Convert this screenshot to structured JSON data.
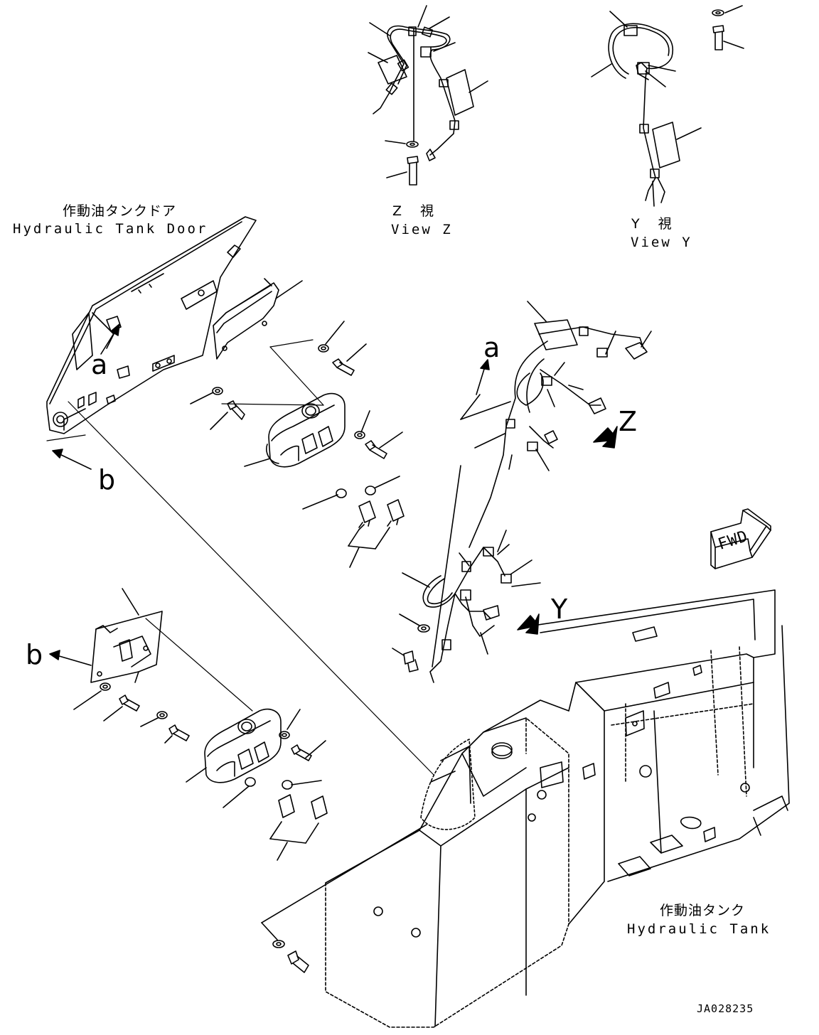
{
  "labels": {
    "tank_door_ja": "作動油タンクドア",
    "tank_door_en": "Hydraulic Tank Door",
    "view_z_ja": "Z 視",
    "view_z_en": "View Z",
    "view_y_ja": "Y 視",
    "view_y_en": "View Y",
    "tank_ja": "作動油タンク",
    "tank_en": "Hydraulic Tank",
    "fwd": "FWD",
    "ref_a_1": "a",
    "ref_a_2": "a",
    "ref_b_1": "b",
    "ref_b_2": "b",
    "arrow_z": "Z",
    "arrow_y": "Y",
    "drawing_number": "JA028235"
  },
  "colors": {
    "line": "#000000",
    "background": "#ffffff"
  }
}
